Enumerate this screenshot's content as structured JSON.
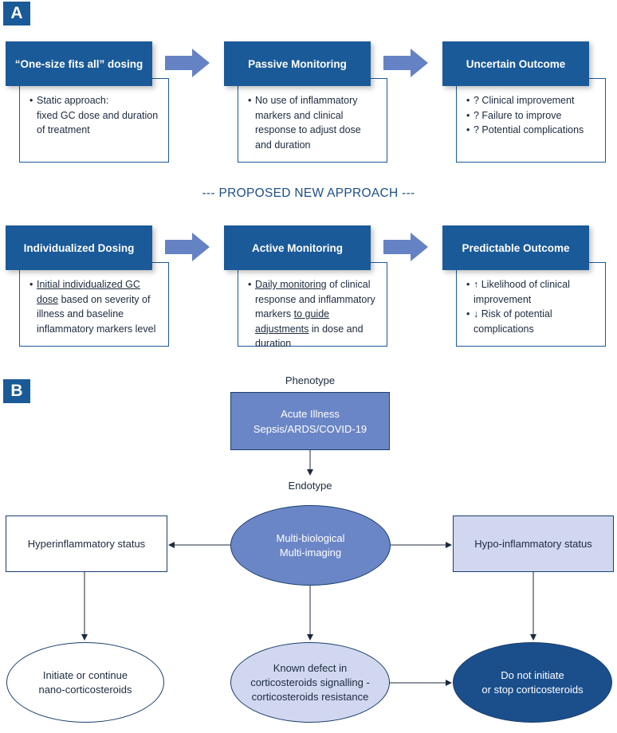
{
  "panel_a": {
    "label": "A",
    "row1": [
      {
        "header": "“One-size fits all” dosing",
        "bullets": [
          [
            "Static approach:"
          ],
          [
            "fixed GC dose and duration of treatment"
          ]
        ]
      },
      {
        "header": "Passive Monitoring",
        "bullets": [
          [
            "No use of inflammatory markers and clinical response to adjust dose and duration"
          ]
        ]
      },
      {
        "header": "Uncertain Outcome",
        "bullets": [
          [
            "? Clinical improvement"
          ],
          [
            "? Failure to improve"
          ],
          [
            "? Potential complications"
          ]
        ]
      }
    ],
    "proposed": "--- PROPOSED NEW APPROACH ---",
    "row2": [
      {
        "header": "Individualized Dosing",
        "b0_u": "Initial individualized GC dose",
        "b0_rest": " based on severity of illness and baseline inflammatory markers level"
      },
      {
        "header": "Active Monitoring",
        "b0_u1": "Daily monitoring",
        "b0_mid": " of clinical response and inflammatory markers ",
        "b0_u2": "to guide adjustments",
        "b0_end": " in dose and duration"
      },
      {
        "header": "Predictable Outcome",
        "b0": "↑ Likelihood of clinical improvement",
        "b1": "↓ Risk of potential complications"
      }
    ]
  },
  "panel_b": {
    "label": "B",
    "phenotype_label": "Phenotype",
    "phenotype_box": [
      "Acute Illness",
      "Sepsis/ARDS/COVID-19"
    ],
    "endotype_label": "Endotype",
    "endotype_ellipse": [
      "Multi-biological",
      "Multi-imaging"
    ],
    "hyper": "Hyperinflammatory status",
    "hypo": "Hypo-inflammatory status",
    "out_left": [
      "Initiate or continue",
      "nano-corticosteroids"
    ],
    "out_mid": [
      "Known defect in",
      "corticosteroids signalling -",
      "corticosteroids resistance"
    ],
    "out_right": [
      "Do not initiate",
      "or stop corticosteroids"
    ]
  },
  "colors": {
    "dark_blue": "#1a5a98",
    "arrow_blue": "#6482c4",
    "mid_blue": "#6b86c6",
    "light_blue": "#d0d7ef",
    "navy": "#1a4f8c"
  }
}
